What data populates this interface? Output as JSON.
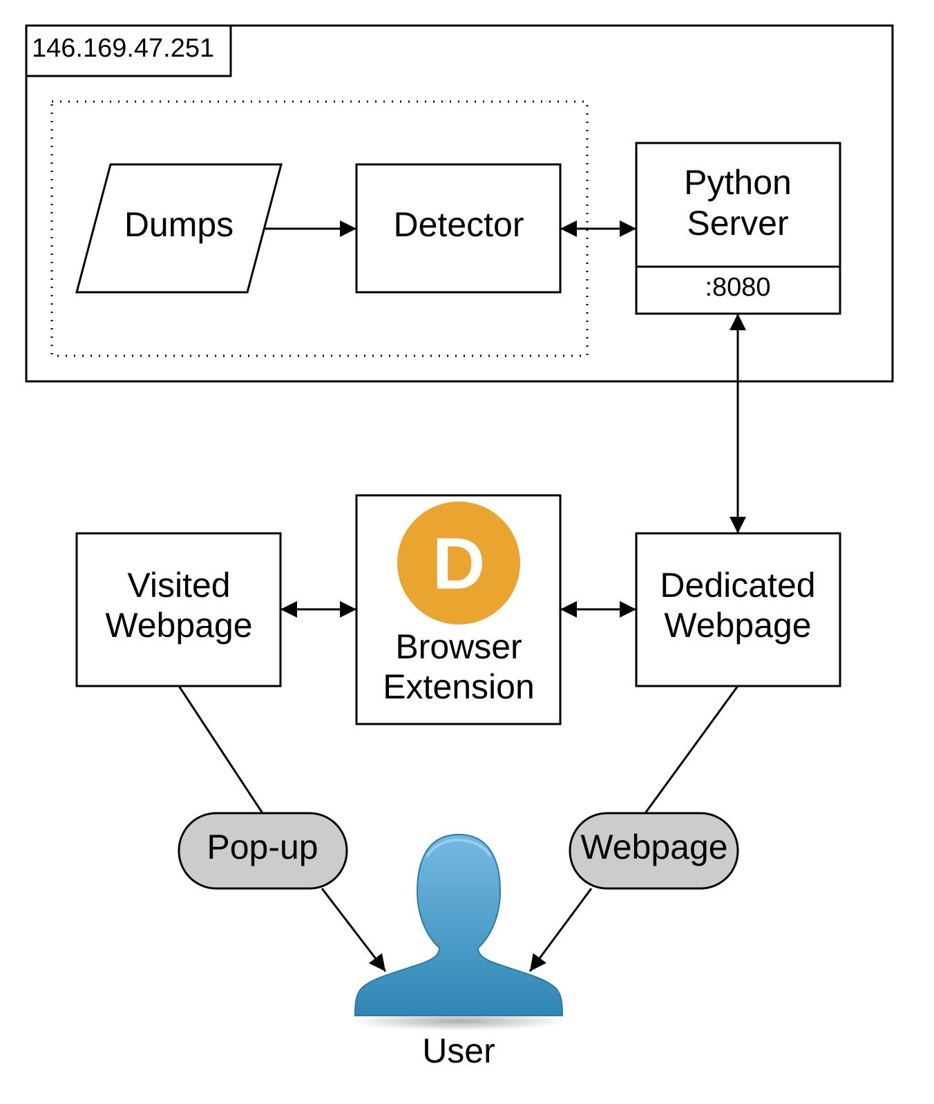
{
  "host_label": "146.169.47.251",
  "nodes": {
    "dumps": "Dumps",
    "detector": "Detector",
    "python_server": {
      "line1": "Python",
      "line2": "Server",
      "port": ":8080"
    },
    "visited_webpage": {
      "line1": "Visited",
      "line2": "Webpage"
    },
    "browser_extension": {
      "logo_letter": "D",
      "line1": "Browser",
      "line2": "Extension"
    },
    "dedicated_webpage": {
      "line1": "Dedicated",
      "line2": "Webpage"
    },
    "user": "User"
  },
  "edge_labels": {
    "popup": "Pop-up",
    "webpage": "Webpage"
  },
  "colors": {
    "logo": "#eaa430",
    "pill": "#cccccc",
    "user_icon_top": "#74b9e3",
    "user_icon_bottom": "#2f86b3"
  },
  "icons": {
    "logo": "browser-extension-logo-icon",
    "user": "user-silhouette-icon"
  }
}
